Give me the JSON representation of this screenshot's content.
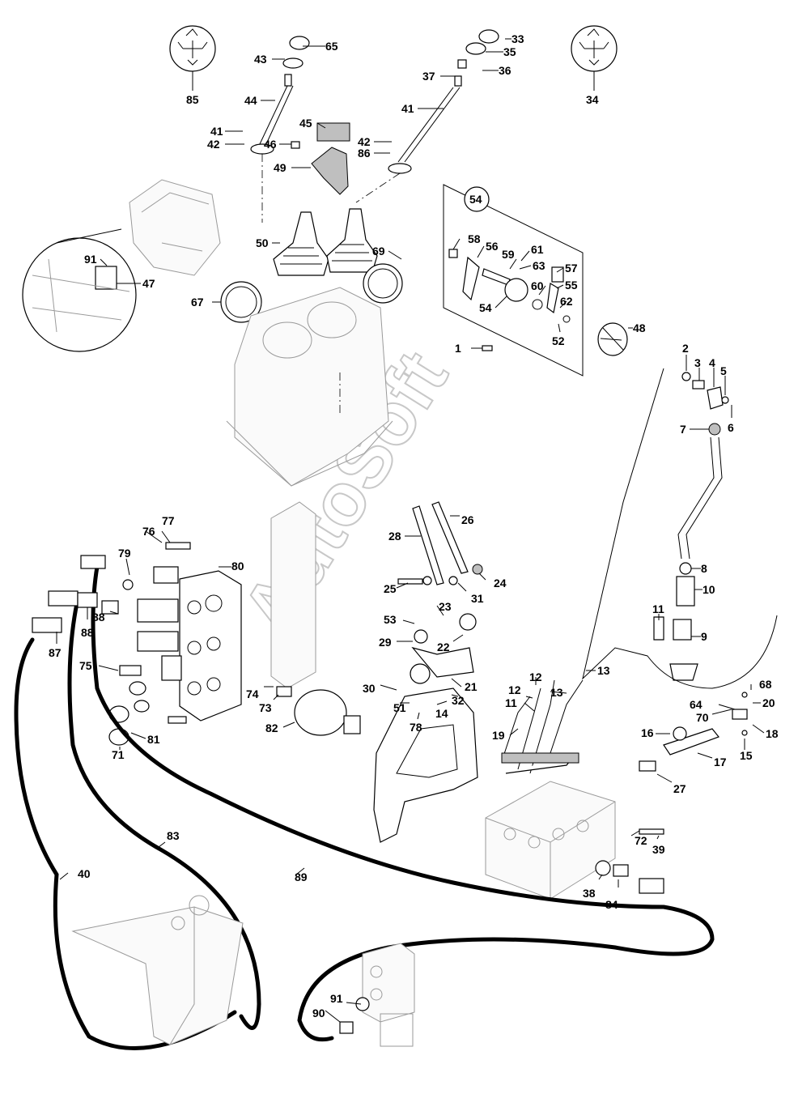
{
  "watermark": "AutoSoft",
  "callouts": [
    "1",
    "2",
    "3",
    "4",
    "5",
    "6",
    "7",
    "8",
    "9",
    "10",
    "11",
    "11",
    "11",
    "12",
    "12",
    "13",
    "13",
    "14",
    "15",
    "16",
    "17",
    "18",
    "19",
    "20",
    "21",
    "22",
    "23",
    "24",
    "25",
    "26",
    "27",
    "28",
    "29",
    "30",
    "31",
    "32",
    "33",
    "34",
    "35",
    "36",
    "37",
    "38",
    "39",
    "40",
    "41",
    "41",
    "42",
    "42",
    "43",
    "44",
    "45",
    "46",
    "47",
    "48",
    "49",
    "50",
    "51",
    "52",
    "53",
    "54",
    "54",
    "55",
    "56",
    "57",
    "58",
    "59",
    "60",
    "61",
    "62",
    "63",
    "64",
    "65",
    "65",
    "67",
    "68",
    "69",
    "70",
    "71",
    "72",
    "73",
    "74",
    "75",
    "76",
    "77",
    "78",
    "79",
    "80",
    "81",
    "82",
    "83",
    "84",
    "85",
    "86",
    "87",
    "88",
    "88",
    "89",
    "90",
    "91"
  ]
}
